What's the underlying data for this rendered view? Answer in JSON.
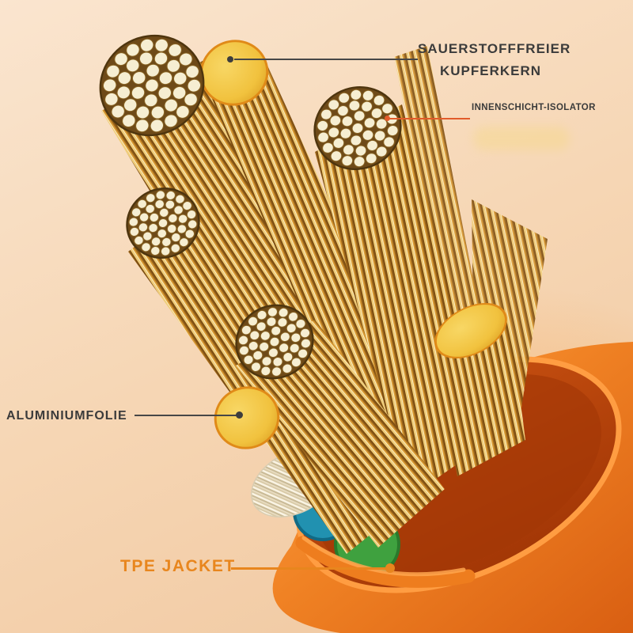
{
  "diagram": {
    "title": "cable-cross-section-diagram",
    "labels": {
      "copper_core_line1": "SAUERSTOFFFREIER",
      "copper_core_line2": "KUPFERKERN",
      "inner_insulator": "INNENSCHICHT-ISOLATOR",
      "aluminium_foil": "ALUMINIUMFOLIE",
      "tpe_jacket": "TPE JACKET"
    },
    "colors": {
      "dark_text": "#3b3b3b",
      "accent_orange": "#e8861e",
      "leader_dark": "#474747",
      "leader_orange": "#e25b2a",
      "background_top": "#fae5cf",
      "background_bottom": "#f0c79f",
      "jacket_orange": "#ee7d1e",
      "jacket_inner": "#b8420c",
      "copper_light": "#f0cd7a",
      "copper_mid": "#c08026",
      "copper_dark": "#7d4e12",
      "wire_end_cream": "#f6eed2",
      "yellow_cap": "#f1c23e",
      "teal_wire": "#2191b0",
      "green_wire": "#3fa13f"
    }
  }
}
